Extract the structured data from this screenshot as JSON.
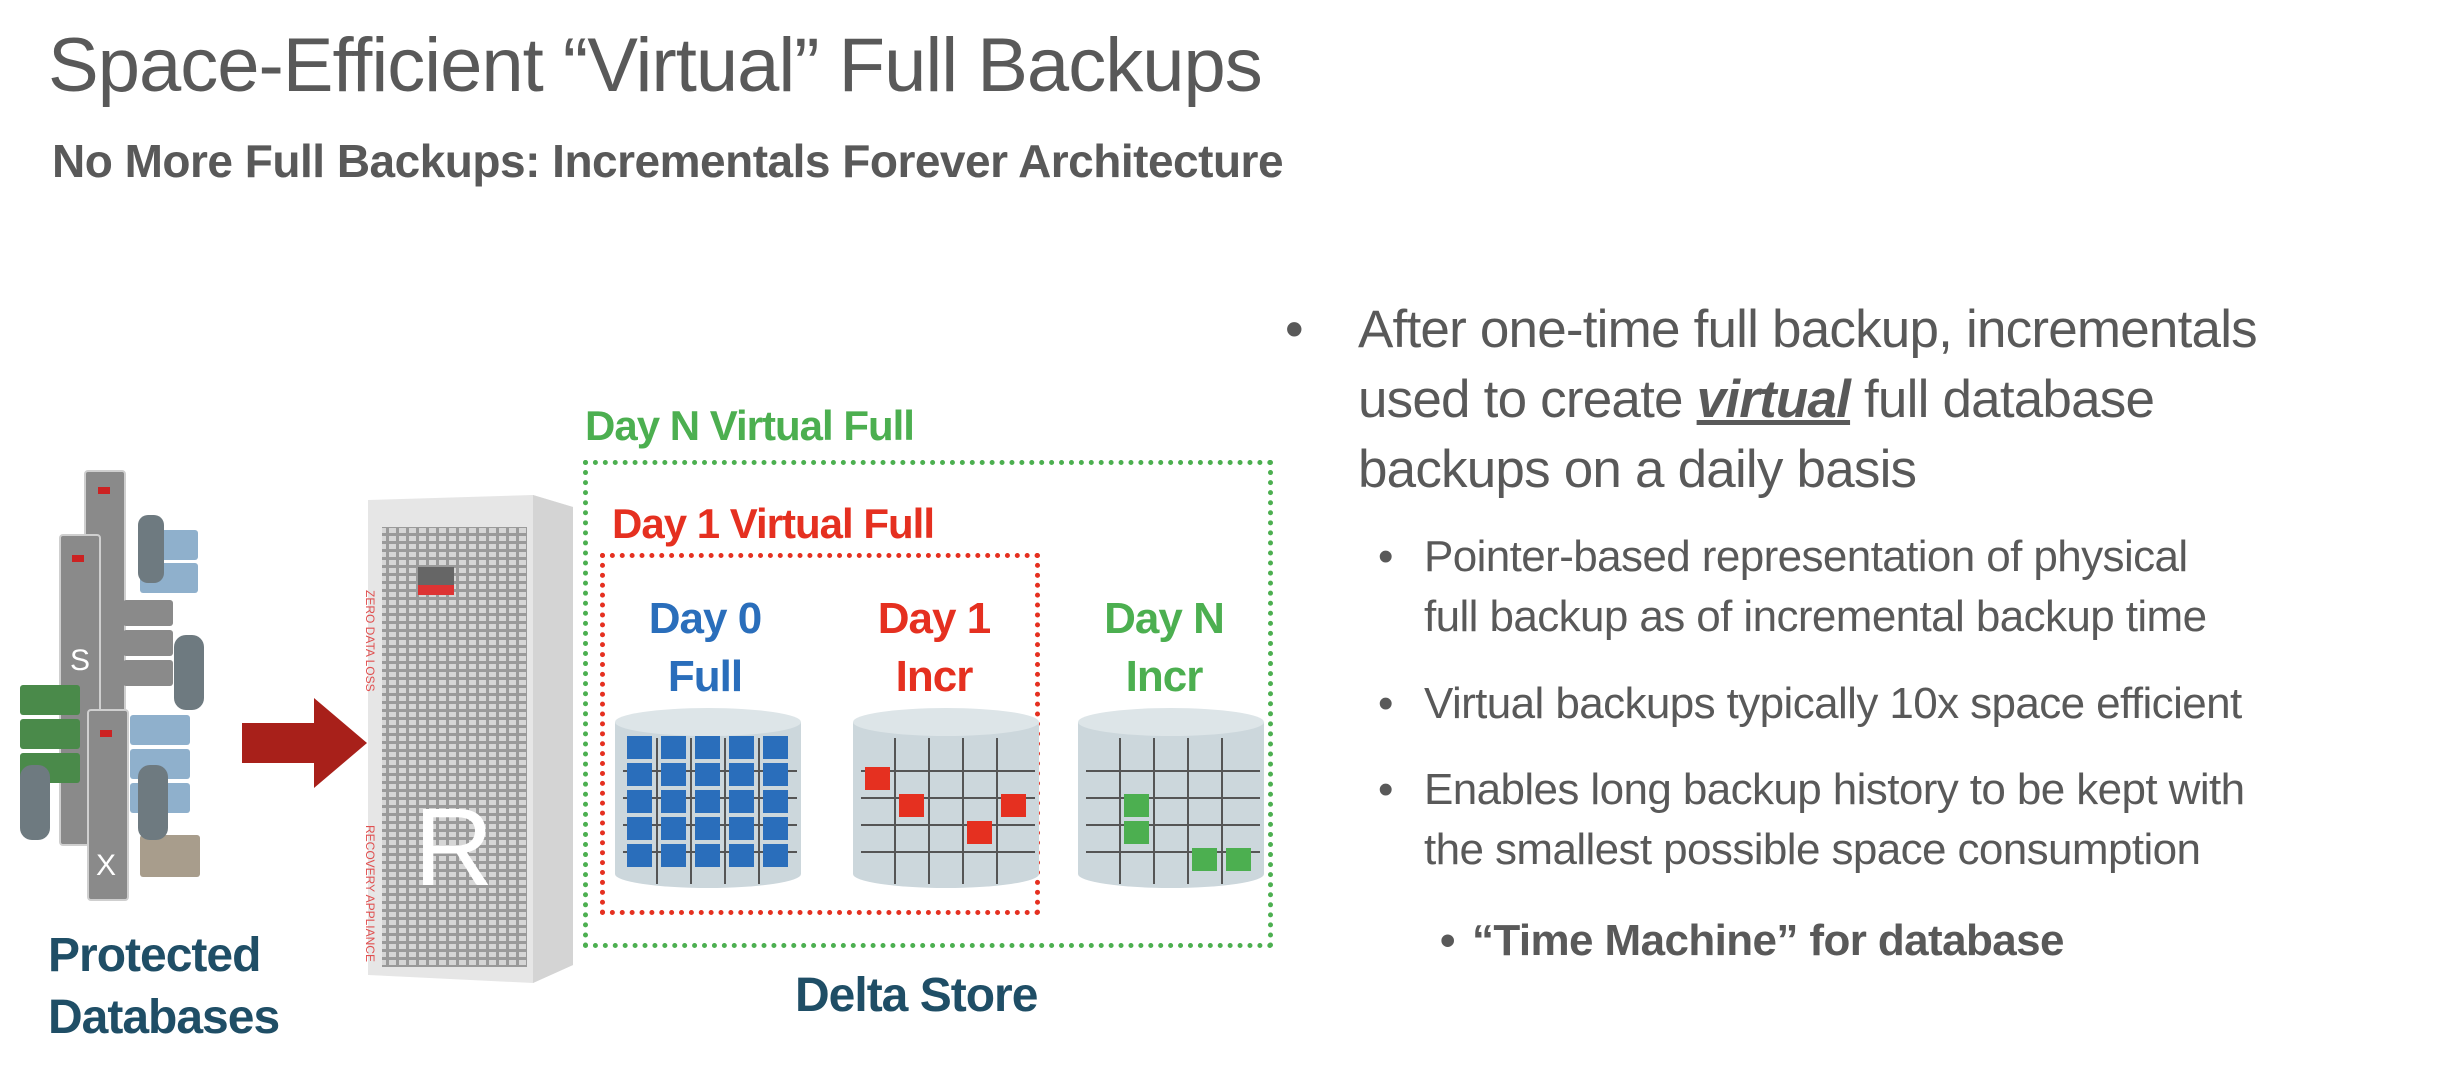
{
  "title": "Space-Efficient “Virtual” Full Backups",
  "subtitle": "No More Full Backups: Incrementals Forever Architecture",
  "diagram": {
    "protected_label_1": "Protected",
    "protected_label_2": "Databases",
    "appliance_icon": "recovery-appliance-rack",
    "appliance_letter": "R",
    "appliance_side_text_top": "ZERO DATA LOSS",
    "appliance_side_text_bottom": "RECOVERY APPLIANCE",
    "delta_store_label": "Delta Store",
    "day_n_virtual_full": "Day N Virtual Full",
    "day_1_virtual_full": "Day 1 Virtual Full",
    "stores": [
      {
        "line1": "Day 0",
        "line2": "Full",
        "color": "#2a6ebb",
        "filled": "all"
      },
      {
        "line1": "Day 1",
        "line2": "Incr",
        "color": "#e53020",
        "filled": [
          [
            1,
            0
          ],
          [
            2,
            1
          ],
          [
            2,
            4
          ],
          [
            3,
            3
          ]
        ]
      },
      {
        "line1": "Day N",
        "line2": "Incr",
        "color": "#4caf50",
        "filled": [
          [
            2,
            1
          ],
          [
            3,
            1
          ],
          [
            4,
            3
          ],
          [
            4,
            4
          ]
        ]
      }
    ],
    "colors": {
      "green": "#4caf50",
      "red": "#e53020",
      "blue": "#2a6ebb",
      "arrow": "#a8201a",
      "label": "#1f4e66"
    }
  },
  "bullets": {
    "main_pre": "After one-time full backup, incrementals",
    "main_line2_pre": "used to create ",
    "main_emph": "virtual",
    "main_line2_post": " full database",
    "main_line3": "backups on a daily basis",
    "sub1_l1": "Pointer-based representation of physical",
    "sub1_l2": "full backup as of incremental backup time",
    "sub2": "Virtual backups typically 10x space efficient",
    "sub3_l1": "Enables long backup history to be kept with",
    "sub3_l2": "the smallest possible space consumption",
    "sub4": "“Time Machine” for database",
    "bullet_char": "•"
  }
}
